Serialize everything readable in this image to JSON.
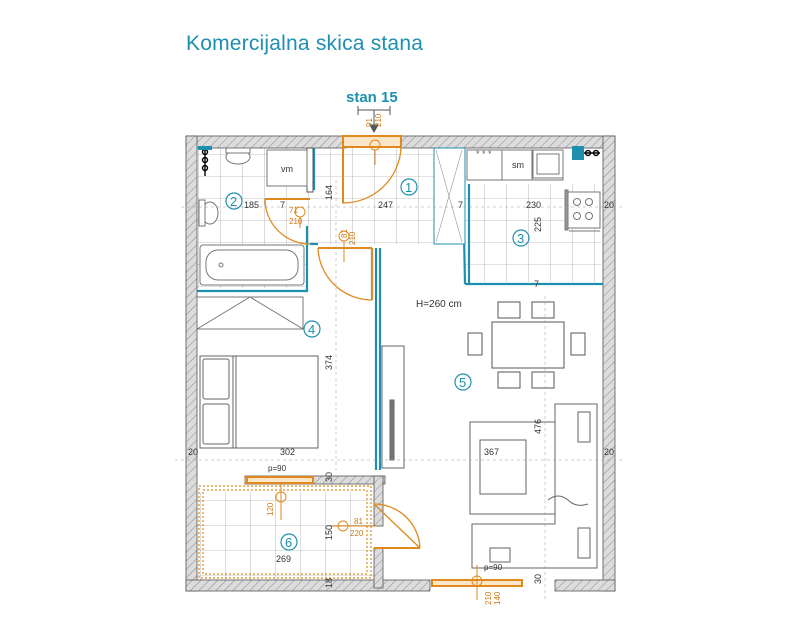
{
  "title": "Komercijalna skica stana",
  "unit_label": "stan 15",
  "height_note": "H=260 cm",
  "rooms": [
    "1",
    "2",
    "3",
    "4",
    "5",
    "6"
  ],
  "fixtures": {
    "wm": "vm",
    "sm": "sm"
  },
  "dimensions": {
    "d185": "185",
    "d7a": "7",
    "d164": "164",
    "d247": "247",
    "d7b": "7",
    "d230": "230",
    "d225": "225",
    "d20a": "20",
    "d7c": "7",
    "d374": "374",
    "d302": "302",
    "d20b": "20",
    "d367": "367",
    "d476": "476",
    "d20c": "20",
    "d150": "150",
    "d269": "269",
    "d30a": "30",
    "d30b": "30",
    "d18": "18"
  },
  "openings": {
    "entry_w": "91",
    "entry_h": "210",
    "bath_w": "71",
    "bath_h": "210",
    "bed_w": "81",
    "bed_h": "210",
    "win1": "p=90",
    "win1_h": "120",
    "balc_w": "81",
    "balc_h": "220",
    "win2": "p=90",
    "win2_h": "210",
    "win2_hh": "140"
  },
  "colors": {
    "accent": "#1f8fb0",
    "door": "#e08a1e",
    "wall_fill": "#cfcfcf",
    "tile": "#777777"
  }
}
